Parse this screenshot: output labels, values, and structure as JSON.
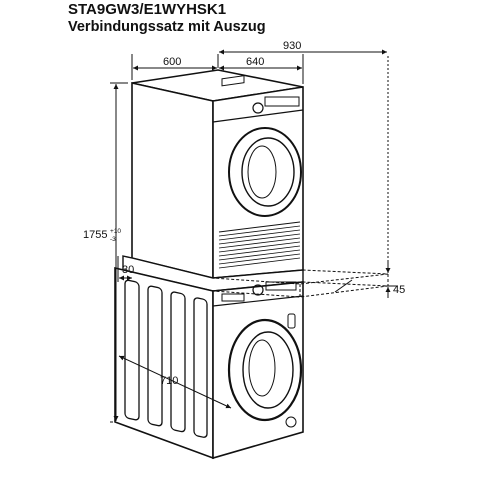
{
  "header": {
    "model": "STA9GW3/E1WYHSK1",
    "subtitle": "Verbindungssatz mit Auszug"
  },
  "dimensions": {
    "width_machine": "600",
    "depth_machine": "640",
    "depth_with_drawer": "930",
    "height_total": "1755",
    "height_tolerance_plus": "+10",
    "height_tolerance_minus": "-3",
    "side_offset": "30",
    "inner_width": "710",
    "drawer_height": "45"
  }
}
